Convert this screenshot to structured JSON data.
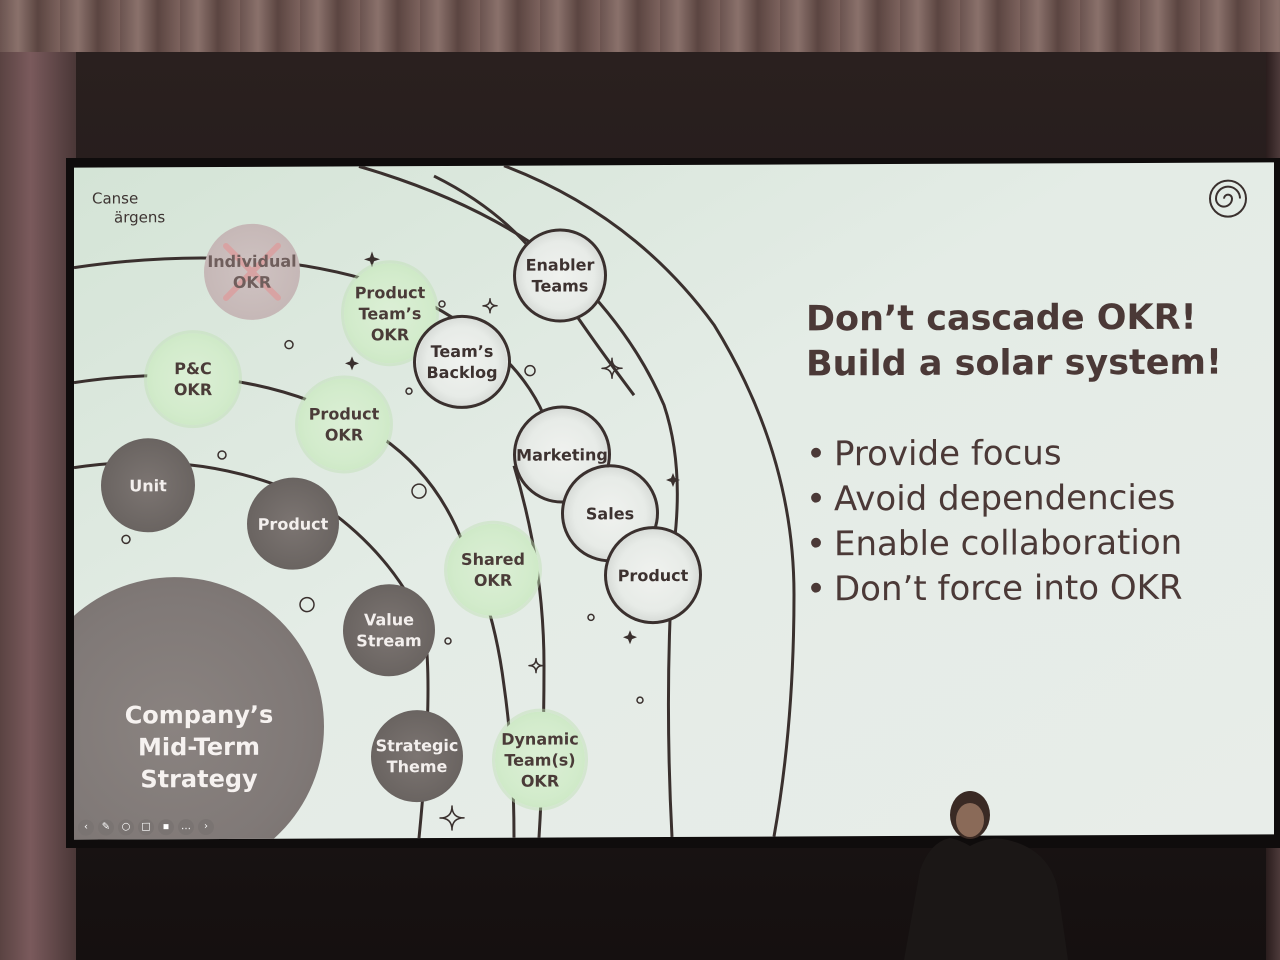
{
  "logo": {
    "line1": "Canse",
    "line2": "ärgens"
  },
  "headline": {
    "line1": "Don’t cascade OKR!",
    "line2": "Build a solar system!"
  },
  "bullets": [
    "Provide focus",
    "Avoid dependencies",
    "Enable collaboration",
    "Don’t force into OKR"
  ],
  "sun": {
    "label": "Company’s\nMid-Term\nStrategy"
  },
  "planets": {
    "individual_okr": "Individual\nOKR",
    "pc_okr": "P&C\nOKR",
    "unit": "Unit",
    "product_team_okr": "Product\nTeam’s\nOKR",
    "product_okr": "Product\nOKR",
    "product_gray": "Product",
    "value_stream": "Value\nStream",
    "strategic_theme": "Strategic\nTheme",
    "enabler_teams": "Enabler\nTeams",
    "teams_backlog": "Team’s\nBacklog",
    "shared_okr": "Shared\nOKR",
    "dynamic_teams_okr": "Dynamic\nTeam(s)\nOKR",
    "marketing": "Marketing",
    "sales": "Sales",
    "product_ringed": "Product"
  },
  "icons": [
    "spiral-icon",
    "sparkle-icon",
    "cross-icon",
    "back-icon",
    "pen-icon",
    "zoom-icon",
    "cc-icon",
    "screen-icon",
    "more-icon",
    "forward-icon"
  ],
  "colors": {
    "text": "#4b3937",
    "green_planet": "#d2ebcb",
    "gray_planet": "#6a6461",
    "orbit": "#3a302e",
    "background": "#e4ece6"
  }
}
